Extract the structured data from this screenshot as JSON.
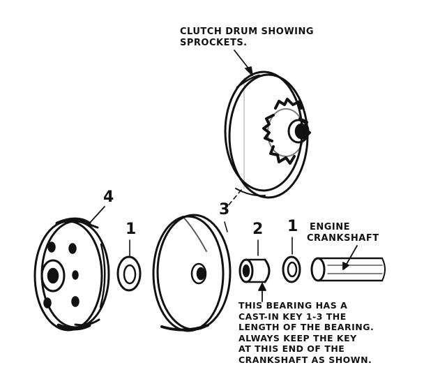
{
  "labels": {
    "drum": [
      "CLUTCH DRUM SHOWING",
      "SPROCKETS."
    ],
    "engine": [
      "ENGINE",
      "CRANKSHAFT"
    ],
    "bearing_note": [
      "THIS BEARING HAS A",
      "CAST-IN KEY 1-3 THE",
      "LENGTH OF THE BEARING.",
      "ALWAYS KEEP THE KEY",
      "AT THIS END OF THE",
      "CRANKSHAFT AS SHOWN."
    ]
  },
  "part_numbers": {
    "clutch_shoe": "4",
    "washer_left": "1",
    "drum": "3",
    "bearing": "2",
    "washer_right": "1"
  },
  "colors": {
    "ink": "#111111",
    "paper": "#ffffff"
  }
}
